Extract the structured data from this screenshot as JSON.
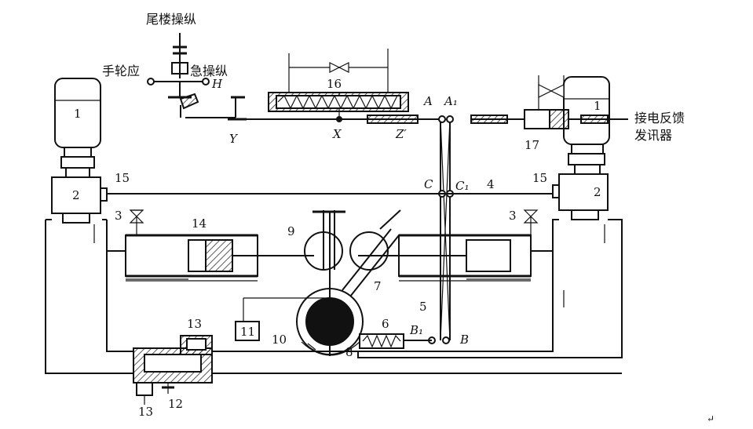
{
  "labels": {
    "stern_control": "尾楼操纵",
    "handwheel": "手轮应",
    "emergency": "急操纵",
    "feedback_1": "接电反馈",
    "feedback_2": "发讯器",
    "H": "H",
    "Y": "Y",
    "X": "X",
    "Z": "Z′",
    "A": "A",
    "A1": "A₁",
    "C": "C",
    "C1": "C₁",
    "B": "B",
    "B1": "B₁",
    "n1_left": "1",
    "n1_right": "1",
    "n2_left": "2",
    "n2_right": "2",
    "n3_left": "3",
    "n3_right": "3",
    "n4": "4",
    "n5": "5",
    "n6": "6",
    "n7": "7",
    "n8": "8",
    "n9": "9",
    "n10": "10",
    "n11": "11",
    "n12": "12",
    "n13_top": "13",
    "n13_bottom": "13",
    "n14": "14",
    "n15_left": "15",
    "n15_right": "15",
    "n16": "16",
    "n17": "17",
    "corner_mark": "↵"
  }
}
